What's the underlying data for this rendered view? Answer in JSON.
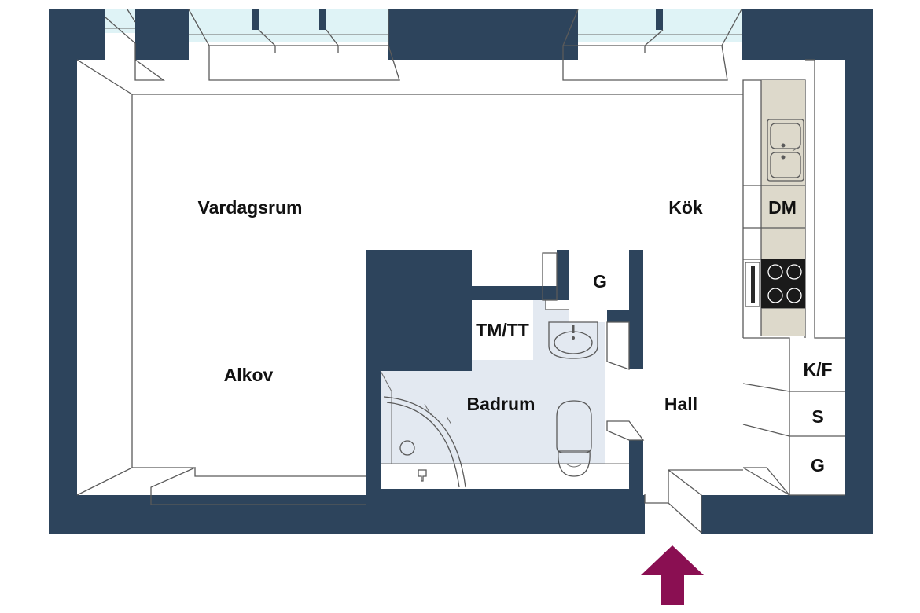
{
  "colors": {
    "wall": "#2d445c",
    "floor": "#ffffff",
    "bathroom_floor": "#e3e9f1",
    "counter": "#ddd9cb",
    "window_glass": "#dff3f6",
    "entrance_arrow": "#8a0f52",
    "line": "#5a5a5a"
  },
  "rooms": {
    "living_room": "Vardagsrum",
    "kitchen": "Kök",
    "alcove": "Alkov",
    "bathroom": "Badrum",
    "hall": "Hall",
    "washer_dryer": "TM/TT",
    "wardrobe_small": "G",
    "dishwasher": "DM",
    "fridge_freezer": "K/F",
    "closet_s": "S",
    "wardrobe_hall": "G"
  },
  "icons": {
    "entrance": "entrance-arrow-icon",
    "sink": "double-sink-icon",
    "stove": "stove-icon",
    "oven": "oven-icon",
    "toilet": "toilet-icon",
    "basin": "wash-basin-icon",
    "shower": "shower-icon"
  }
}
